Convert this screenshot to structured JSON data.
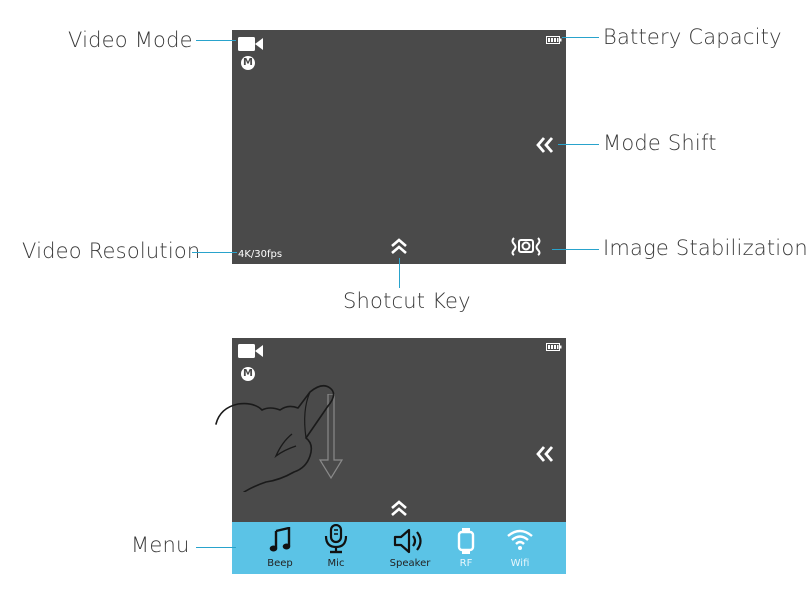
{
  "callouts": {
    "video_mode": "Video Mode",
    "battery_capacity": "Battery Capacity",
    "mode_shift": "Mode Shift",
    "video_resolution": "Video Resolution",
    "image_stabilization": "Image Stabilization",
    "shortcut_key": "Shotcut Key",
    "menu": "Menu"
  },
  "screen1": {
    "mode_badge": "M",
    "resolution": "4K/30fps"
  },
  "screen2": {
    "mode_badge": "M"
  },
  "menu": {
    "items": [
      {
        "label": "Beep",
        "icon": "music-note-icon"
      },
      {
        "label": "Mic",
        "icon": "microphone-icon"
      },
      {
        "label": "Speaker",
        "icon": "speaker-icon"
      },
      {
        "label": "RF",
        "icon": "watch-remote-icon"
      },
      {
        "label": "Wifi",
        "icon": "wifi-icon"
      }
    ]
  },
  "colors": {
    "screen_bg": "#4a4a4a",
    "leader_line": "#29a3cc",
    "menu_bar": "#5bc3e6"
  }
}
